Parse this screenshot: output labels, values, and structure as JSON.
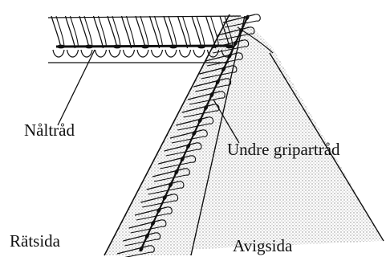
{
  "labels": {
    "needle_thread": "Nåltråd",
    "lower_looper_thread": "Undre gripartråd",
    "right_side": "Rätsida",
    "wrong_side": "Avigsida"
  },
  "colors": {
    "ink": "#111111",
    "stipple": "#9a9a9a",
    "background": "#ffffff"
  }
}
